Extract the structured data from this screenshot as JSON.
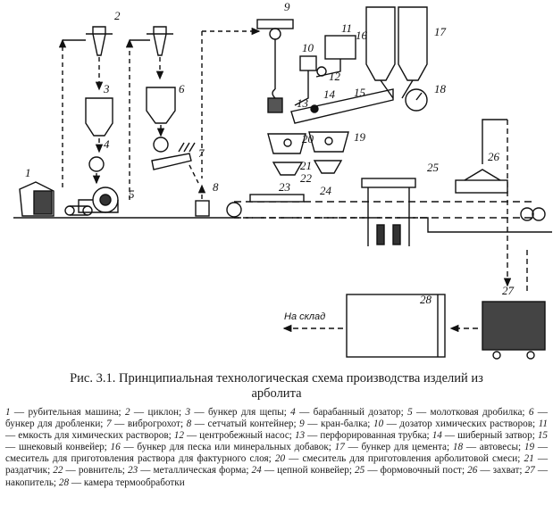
{
  "figure": {
    "caption_line1": "Рис. 3.1. Принципиальная технологическая схема производства изделий из",
    "caption_line2": "арболита",
    "warehouse_label": "На склад",
    "legend": [
      {
        "n": "1",
        "text": "рубительная машина;"
      },
      {
        "n": "2",
        "text": "циклон;"
      },
      {
        "n": "3",
        "text": "бункер для щепы;"
      },
      {
        "n": "4",
        "text": "барабанный дозатор;"
      },
      {
        "n": "5",
        "text": "молотковая дробилка;"
      },
      {
        "n": "6",
        "text": "бункер для дробленки;"
      },
      {
        "n": "7",
        "text": "виброгрохот;"
      },
      {
        "n": "8",
        "text": "сетчатый контейнер;"
      },
      {
        "n": "9",
        "text": "кран-балка;"
      },
      {
        "n": "10",
        "text": "дозатор химических растворов;"
      },
      {
        "n": "11",
        "text": "емкость для химических растворов;"
      },
      {
        "n": "12",
        "text": "центробежный насос;"
      },
      {
        "n": "13",
        "text": "перфорированная трубка;"
      },
      {
        "n": "14",
        "text": "шиберный затвор;"
      },
      {
        "n": "15",
        "text": "шнековый конвейер;"
      },
      {
        "n": "16",
        "text": "бункер для песка или минеральных добавок;"
      },
      {
        "n": "17",
        "text": "бункер для цемента;"
      },
      {
        "n": "18",
        "text": "автовесы;"
      },
      {
        "n": "19",
        "text": "смеситель для приготовления раствора для фактурного слоя;"
      },
      {
        "n": "20",
        "text": "смеситель для приготовления арболитовой смеси;"
      },
      {
        "n": "21",
        "text": "раздатчик;"
      },
      {
        "n": "22",
        "text": "ровнитель;"
      },
      {
        "n": "23",
        "text": "металлическая форма;"
      },
      {
        "n": "24",
        "text": "цепной конвейер;"
      },
      {
        "n": "25",
        "text": "формовочный пост;"
      },
      {
        "n": "26",
        "text": "захват;"
      },
      {
        "n": "27",
        "text": "накопитель;"
      },
      {
        "n": "28",
        "text": "камера термообработки"
      }
    ]
  }
}
